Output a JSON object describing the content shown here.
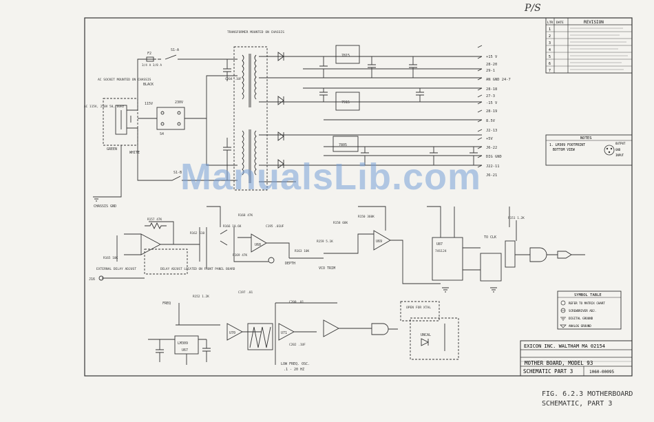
{
  "page_mark": "P/S",
  "watermark": "ManualsLib.com",
  "caption": {
    "line1": "FIG. 6.2.3 MOTHERBOARD",
    "line2": "SCHEMATIC, PART 3"
  },
  "title_block": {
    "company": "EXICON INC. WALTHAM MA 02154",
    "board": "MOTHER BOARD, MODEL 93",
    "sheet": "SCHEMATIC PART 3",
    "dwg_no": "1060-00095"
  },
  "revision_block": {
    "header": "REVISION",
    "col_ltr": "LTR",
    "col_date": "DATE",
    "rows": [
      "1",
      "2",
      "3",
      "4",
      "5",
      "6",
      "7"
    ]
  },
  "notes": {
    "title": "NOTES",
    "line1": "1. LM309 FOOTPRINT",
    "line2": "BOTTOM VIEW",
    "pin_out": "OUTPUT",
    "pin_gnd": "GND",
    "pin_in": "INPUT"
  },
  "symbol_table": {
    "title": "SYMBOL TABLE",
    "items": [
      "REFER TO MATRIX CHART",
      "SCREWDRIVER ADJ.",
      "DIGITAL GROUND",
      "ANALOG GROUND"
    ]
  },
  "labels": {
    "ac_socket": "AC SOCKET MOUNTED ON CHASSIS",
    "ac_rating": "AC 115V, 250V 50, 60Hz",
    "black": "BLACK",
    "green": "GREEN",
    "white": "WHITE",
    "chassis_gnd": "CHASSIS GND",
    "transformer": "TRANSFORMER MOUNTED ON CHASSIS",
    "s1a": "S1-A",
    "s1b": "S1-B",
    "s4": "S4",
    "v115": "115V",
    "v230": "230V",
    "fuse": "F2",
    "fuse_rating": "3/4 A 3/8 A",
    "j16": "J16",
    "ext_delay": "EXTERNAL DELAY ADJUST",
    "delay_adj": "DELAY ADJUST LOCATED ON FRONT PANEL BOARD",
    "depth": "DEPTH",
    "vco_trim": "VCO TRIM",
    "low_freq": "LOW FREQ. OSC.",
    "low_freq_range": ".1 - 20 HZ",
    "open_for_xtal": "OPEN FOR XTAL",
    "uncal": "UNCAL",
    "freq": "FREQ",
    "to_clk": "TO CLK"
  },
  "rails": [
    "+15 V",
    "28-20",
    "29-1",
    "AN GND 24-7",
    "28-18",
    "27-3",
    "-15 V",
    "28-19",
    "8.5V",
    "J2-13",
    "+5V",
    "J6-22",
    "DIG GND",
    "J22-11",
    "J6-21"
  ],
  "regulators": [
    "7815",
    "7915",
    "7805"
  ],
  "ics": [
    "LM309",
    "U67",
    "U68",
    "U69",
    "U70",
    "U71",
    "U87",
    "74S124"
  ],
  "parts": [
    "R157 47K",
    "R162 510",
    "R165 10K",
    "R166 10.6K",
    "R168 47K",
    "R169 47K",
    "R150 360K",
    "R158 68K",
    "R159 5.1K",
    "R163 10K",
    "R151 1.2K",
    "R152 1.2K",
    "C195 .01UF",
    "C197 .01",
    "C200 .01",
    "C202 .1UF",
    "C204 .1UF"
  ]
}
